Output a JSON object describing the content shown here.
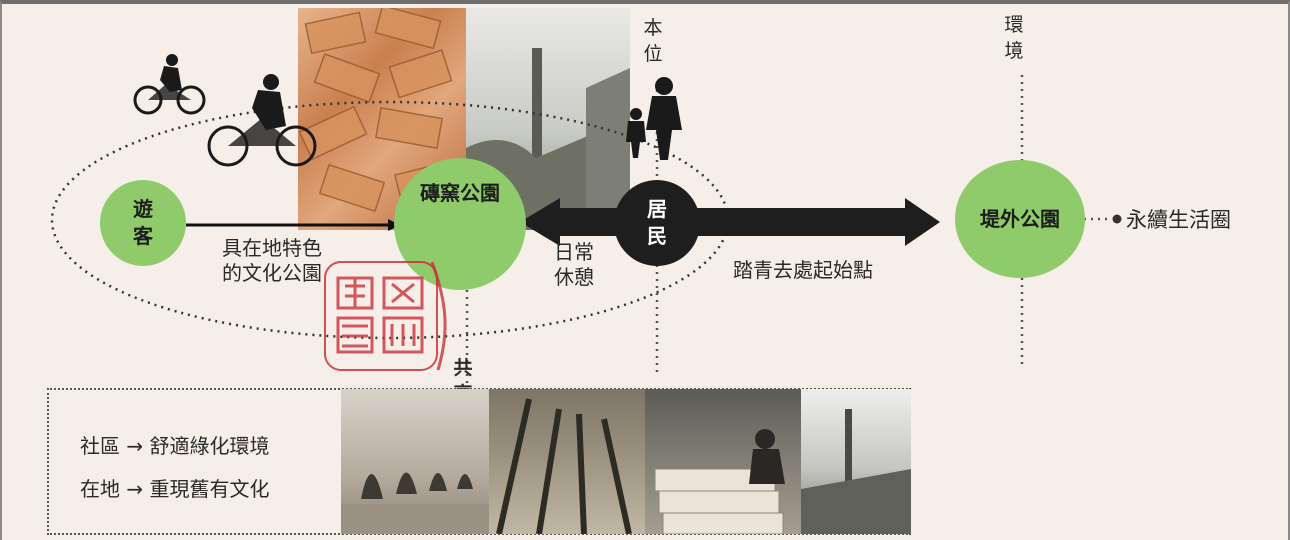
{
  "nodes": {
    "visitor": "遊客",
    "kiln_park": "磚窯公園",
    "residents": "居民",
    "levee_park": "堤外公園"
  },
  "labels": {
    "cultural_park": "具在地特色\n的文化公園",
    "daily_rest": "日常\n休憩",
    "outing_start": "踏青去處起始點",
    "sustainable_circle": "永續生活圈",
    "axis_core": "本位",
    "axis_environment": "環境",
    "axis_shared": "共享"
  },
  "box": {
    "line1": "社區 → 舒適綠化環境",
    "line2": "在地 → 重現舊有文化"
  },
  "colors": {
    "green": "#8fcb6a",
    "dark": "#1e1e1e",
    "seal": "#c8323a"
  }
}
